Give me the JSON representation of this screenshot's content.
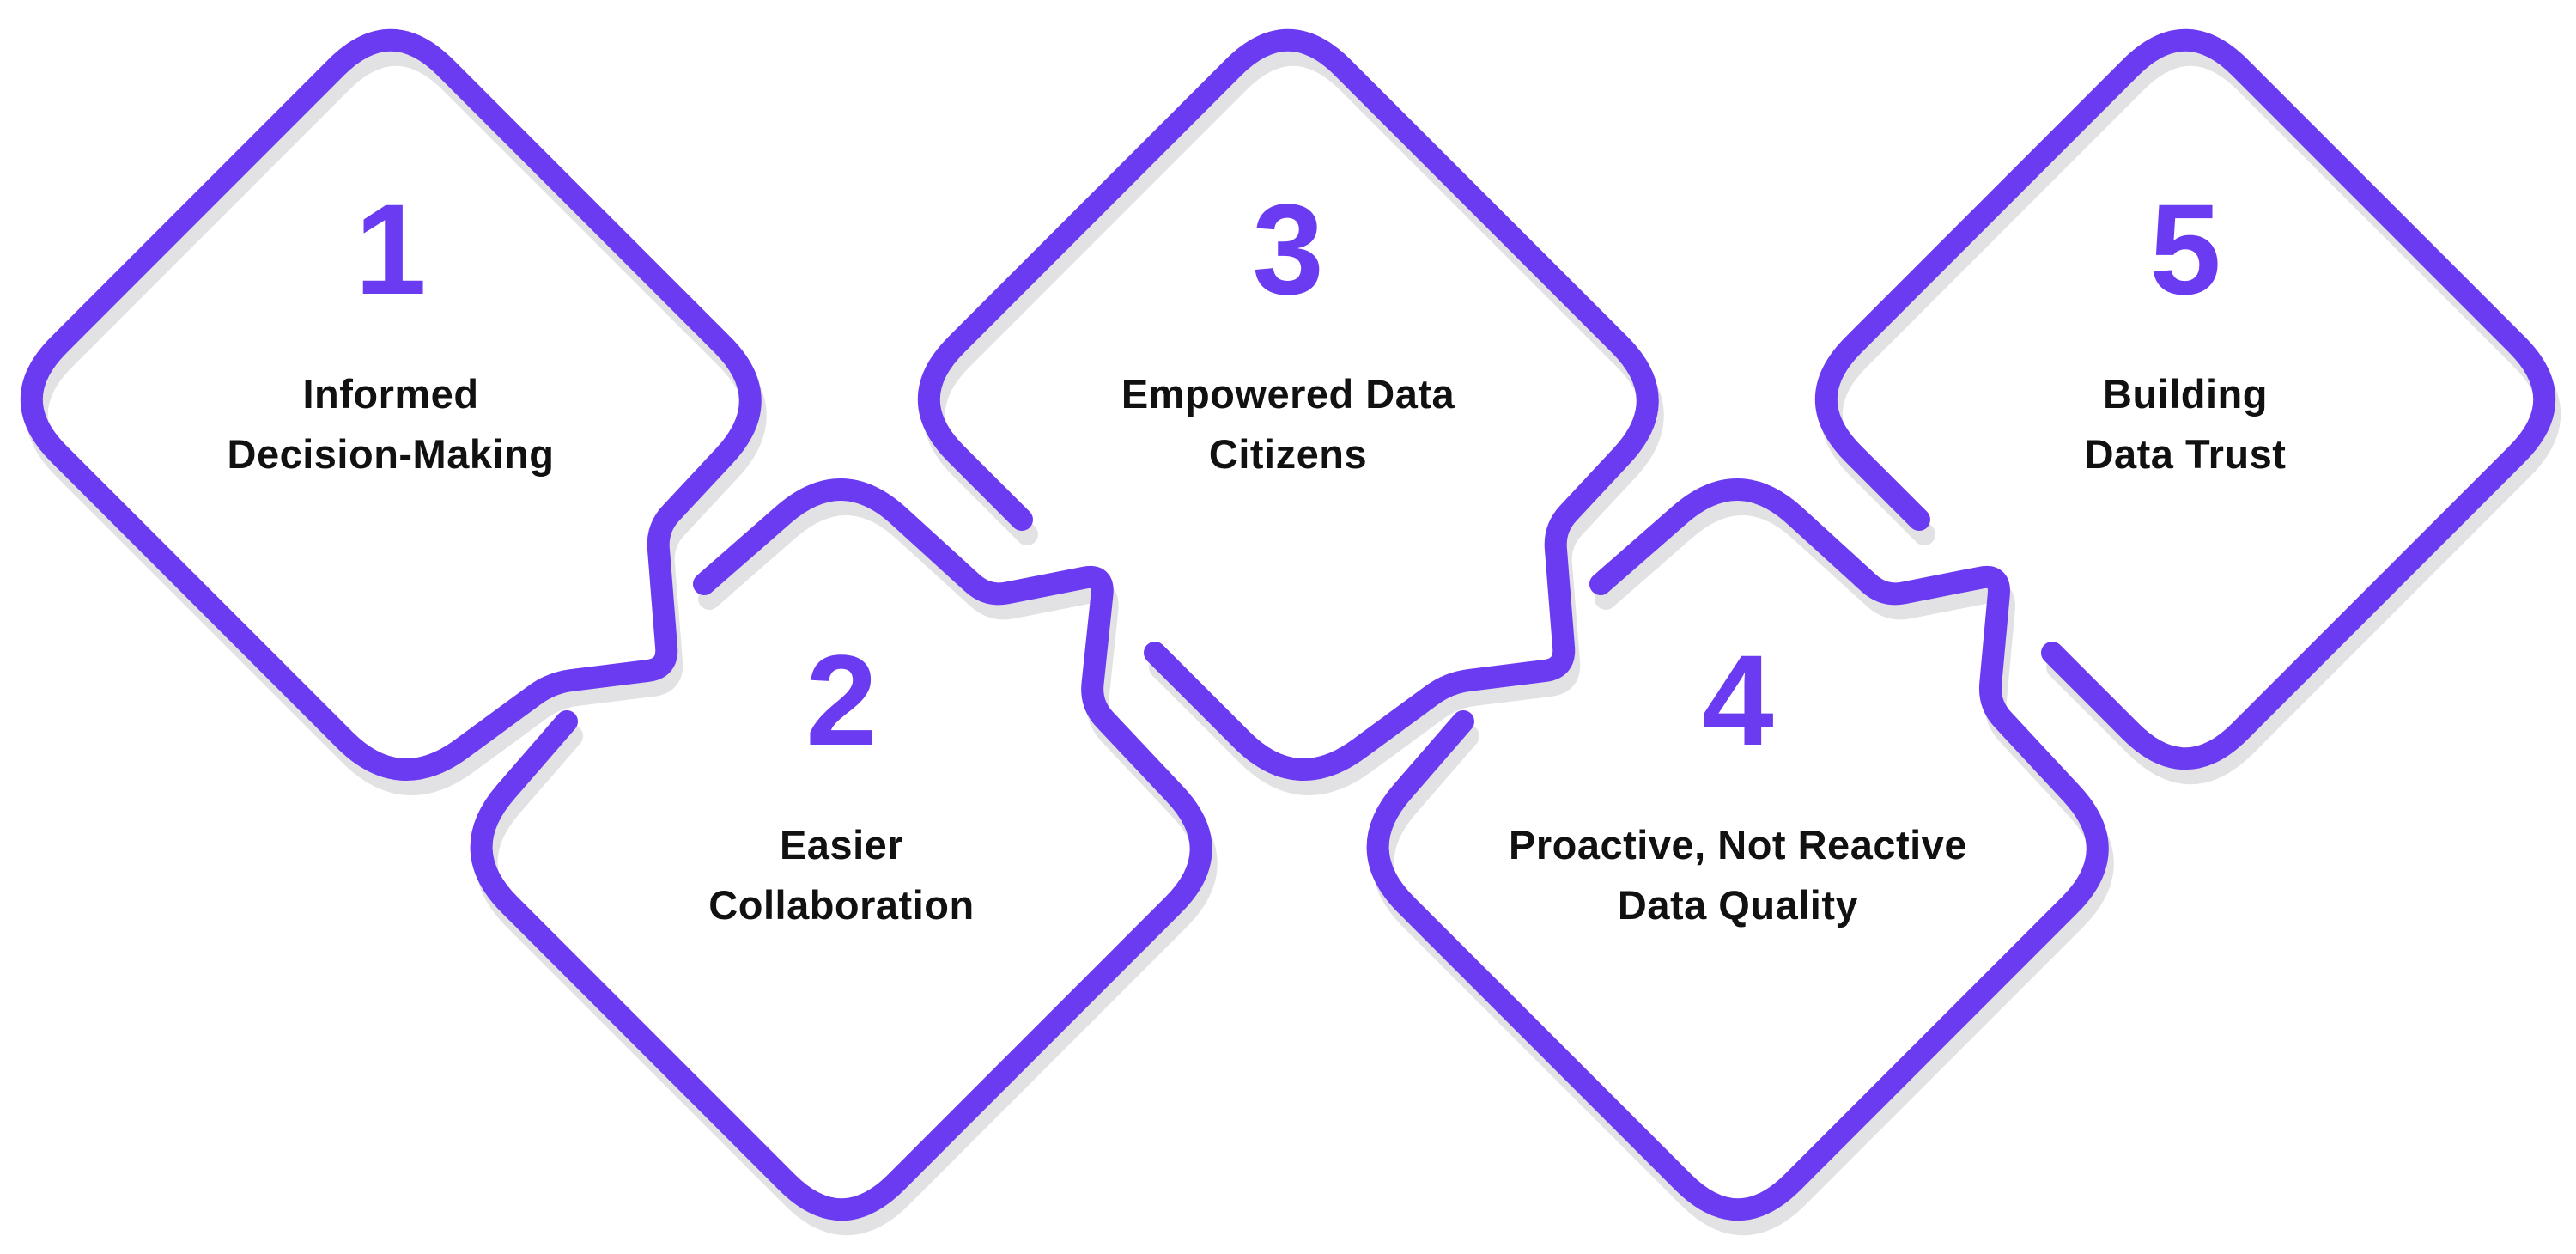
{
  "colors": {
    "outline": "#6B3BF2",
    "shadow": "#E2E2E4",
    "text": "#111111",
    "background": "#FFFFFF"
  },
  "diamonds": [
    {
      "number": "1",
      "label_line1": "Informed",
      "label_line2": "Decision-Making"
    },
    {
      "number": "2",
      "label_line1": "Easier",
      "label_line2": "Collaboration"
    },
    {
      "number": "3",
      "label_line1": "Empowered Data",
      "label_line2": "Citizens"
    },
    {
      "number": "4",
      "label_line1": "Proactive, Not Reactive",
      "label_line2": "Data Quality"
    },
    {
      "number": "5",
      "label_line1": "Building",
      "label_line2": "Data Trust"
    }
  ]
}
